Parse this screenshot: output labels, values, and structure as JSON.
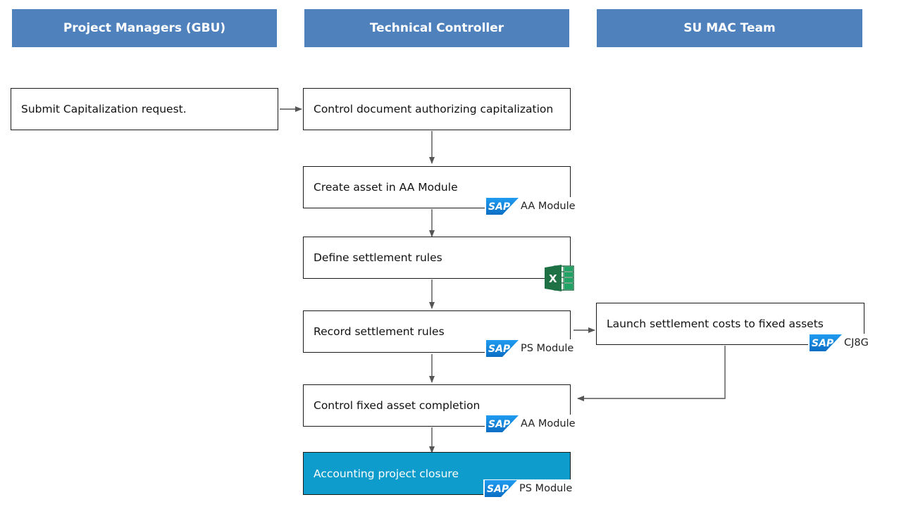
{
  "lanes": [
    {
      "title": "Project Managers (GBU)"
    },
    {
      "title": "Technical Controller"
    },
    {
      "title": "SU MAC Team"
    }
  ],
  "steps": {
    "submit": "Submit Capitalization request.",
    "control_doc": "Control document authorizing capitalization",
    "create_asset": "Create asset in AA Module",
    "define_rules": "Define settlement rules",
    "record_rules": "Record settlement rules",
    "launch_costs": "Launch settlement costs to fixed assets",
    "control_completion": "Control fixed asset completion",
    "closure": "Accounting project closure"
  },
  "tags": {
    "sap_logo_text": "SAP",
    "create_asset_module": "AA Module",
    "record_rules_module": "PS Module",
    "launch_costs_module": "CJ8G",
    "control_completion_module": "AA Module",
    "closure_module": "PS Module",
    "define_rules_icon": "excel-icon"
  },
  "colors": {
    "lane_header": "#4f81bd",
    "highlight_step": "#0e9ccd",
    "sap_blue": "#0a7fd1",
    "excel_green": "#1e7145",
    "arrow": "#555555"
  }
}
